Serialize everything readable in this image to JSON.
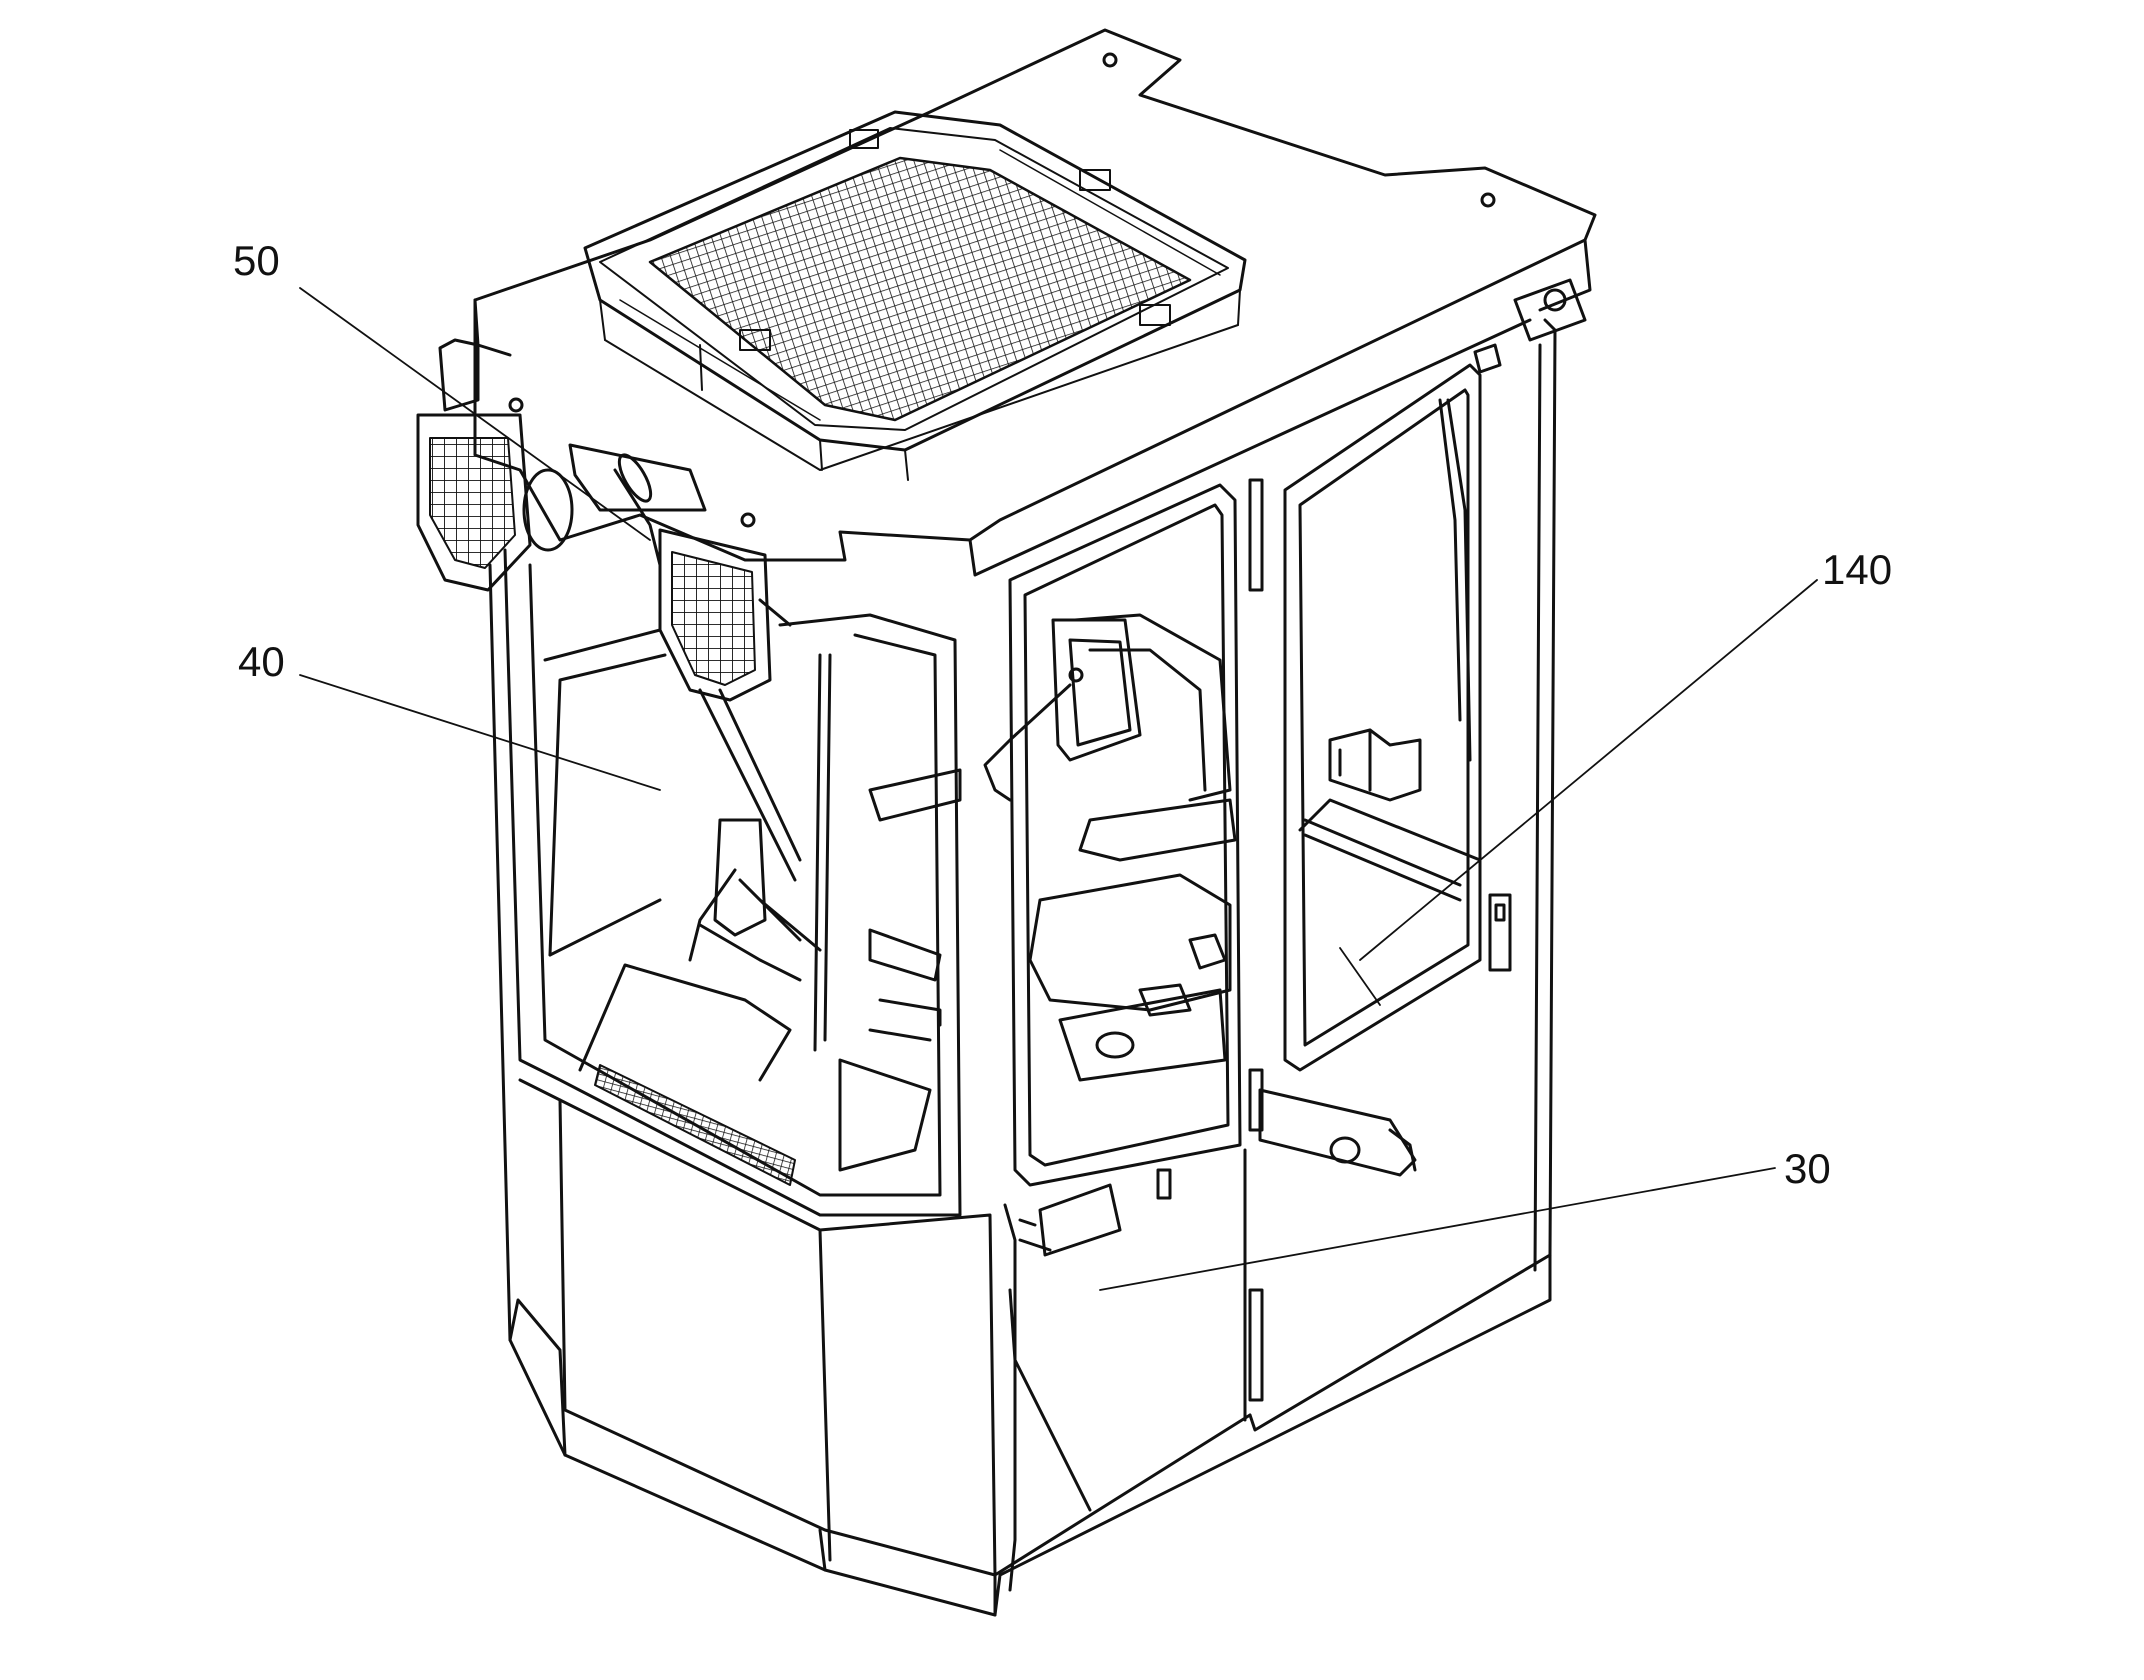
{
  "figure": {
    "reference_numerals": [
      {
        "id": "50",
        "text": "50"
      },
      {
        "id": "40",
        "text": "40"
      },
      {
        "id": "140",
        "text": "140"
      },
      {
        "id": "30",
        "text": "30"
      }
    ],
    "ink_color": "#111111",
    "background_color": "#ffffff"
  }
}
